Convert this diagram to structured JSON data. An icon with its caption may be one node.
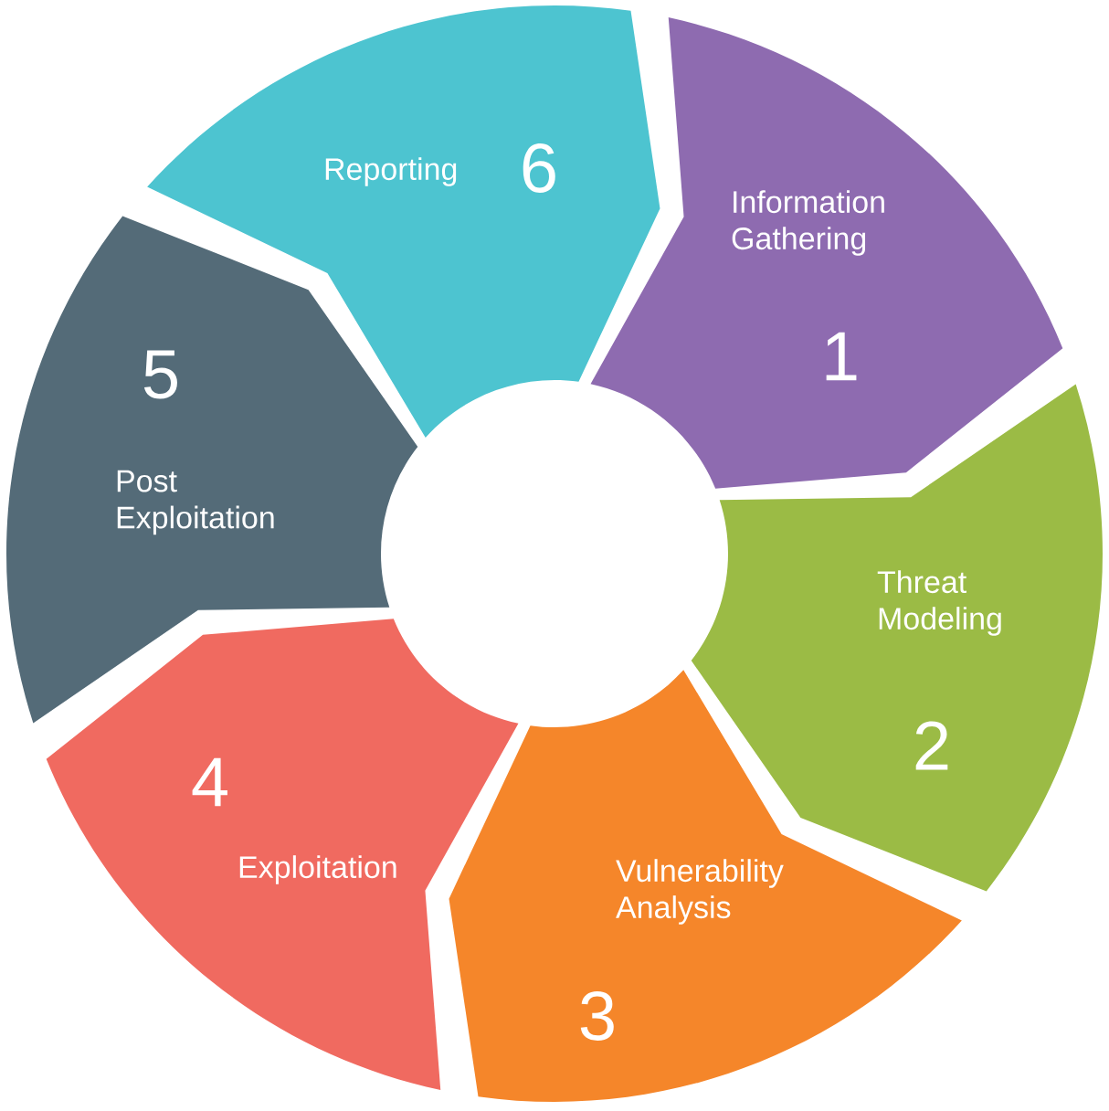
{
  "diagram": {
    "nodes": [
      {
        "text": [
          "Information Gathering",
          "1"
        ]
      },
      {
        "text": [
          "Threat Modeling",
          "2"
        ]
      },
      {
        "text": [
          "Vulnerability Analysis",
          "3"
        ]
      },
      {
        "text": [
          "4",
          "Exploitation"
        ]
      },
      {
        "text": [
          "5",
          "Post Exploitation"
        ]
      },
      {
        "text": [
          "Reporting",
          "6"
        ]
      }
    ]
  }
}
